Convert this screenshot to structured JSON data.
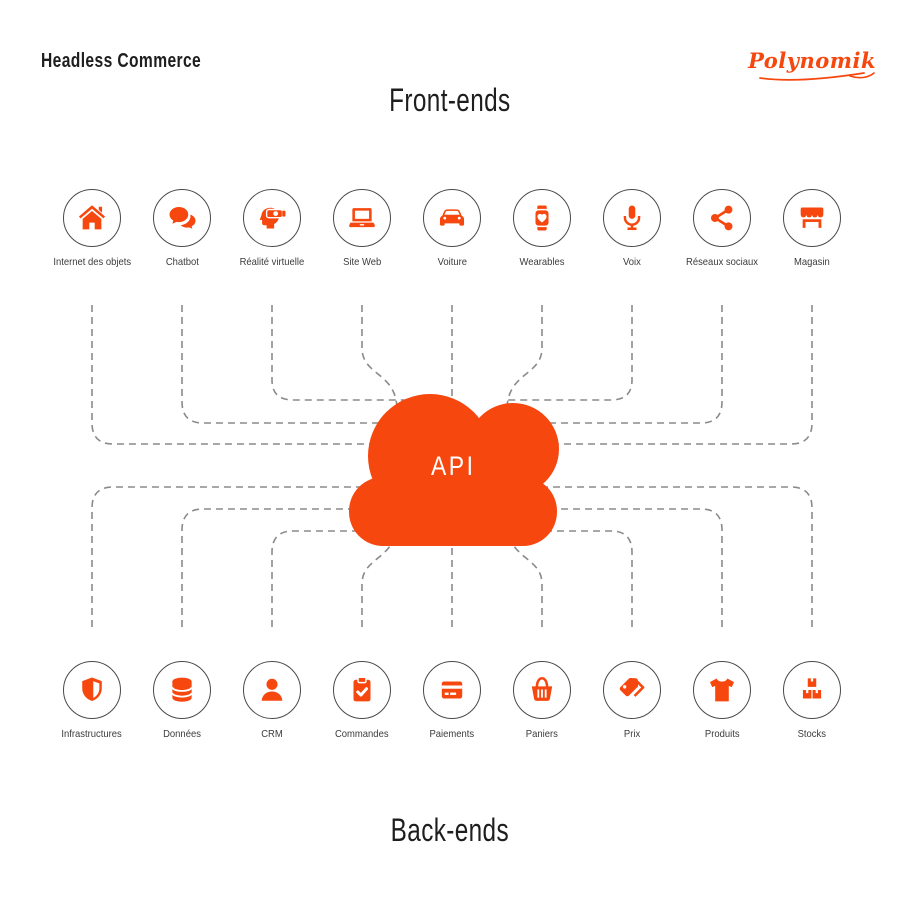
{
  "header": {
    "title": "Headless Commerce",
    "brand": "Polynomik"
  },
  "sections": {
    "front_heading": "Front-ends",
    "back_heading": "Back-ends"
  },
  "api_cloud": {
    "label": "API"
  },
  "colors": {
    "accent": "#F6470F",
    "dash": "#8A8A8A",
    "circle": "#4A4A4A",
    "text": "#3B3B3B",
    "heading": "#1E1E1E"
  },
  "frontends": [
    {
      "label": "Internet des objets",
      "icon": "home-icon"
    },
    {
      "label": "Chatbot",
      "icon": "chat-bubbles-icon"
    },
    {
      "label": "Réalité virtuelle",
      "icon": "vr-headset-icon"
    },
    {
      "label": "Site Web",
      "icon": "laptop-icon"
    },
    {
      "label": "Voiture",
      "icon": "car-icon"
    },
    {
      "label": "Wearables",
      "icon": "smartwatch-heart-icon"
    },
    {
      "label": "Voix",
      "icon": "microphone-icon"
    },
    {
      "label": "Réseaux sociaux",
      "icon": "share-nodes-icon"
    },
    {
      "label": "Magasin",
      "icon": "storefront-icon"
    }
  ],
  "backends": [
    {
      "label": "Infrastructures",
      "icon": "shield-icon"
    },
    {
      "label": "Données",
      "icon": "database-icon"
    },
    {
      "label": "CRM",
      "icon": "user-icon"
    },
    {
      "label": "Commandes",
      "icon": "clipboard-check-icon"
    },
    {
      "label": "Paiements",
      "icon": "credit-card-icon"
    },
    {
      "label": "Paniers",
      "icon": "basket-icon"
    },
    {
      "label": "Prix",
      "icon": "price-tags-icon"
    },
    {
      "label": "Produits",
      "icon": "tshirt-icon"
    },
    {
      "label": "Stocks",
      "icon": "stacked-boxes-icon"
    }
  ]
}
